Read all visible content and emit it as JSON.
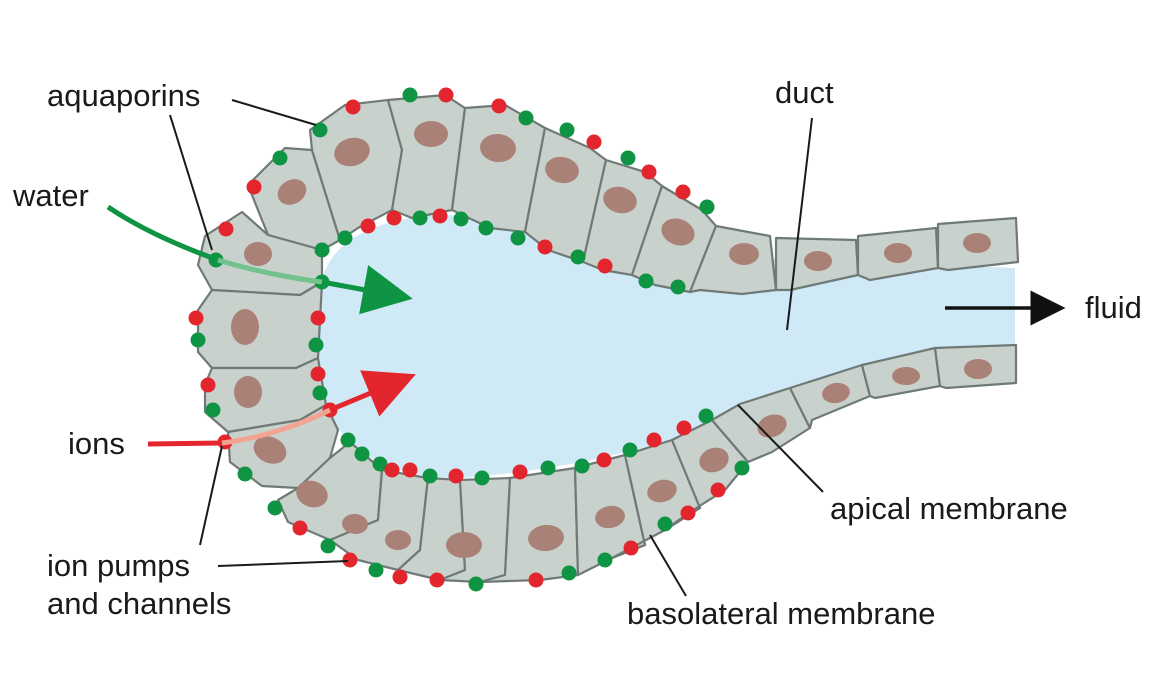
{
  "labels": {
    "aquaporins": "aquaporins",
    "water": "water",
    "ions": "ions",
    "ion_pumps_line1": "ion pumps",
    "ion_pumps_line2": "and channels",
    "duct": "duct",
    "fluid": "fluid",
    "apical_membrane": "apical membrane",
    "basolateral_membrane": "basolateral membrane"
  },
  "colors": {
    "lumen": "#cfe9f7",
    "cell": "#c9d1cd",
    "cell_border": "#6f7a76",
    "nucleus": "#a98176",
    "aquaporin": "#0f9443",
    "ion_channel": "#e3262e",
    "water_arrow": "#0f9443",
    "ion_arrow": "#e3262e",
    "fluid_arrow": "#111111"
  }
}
